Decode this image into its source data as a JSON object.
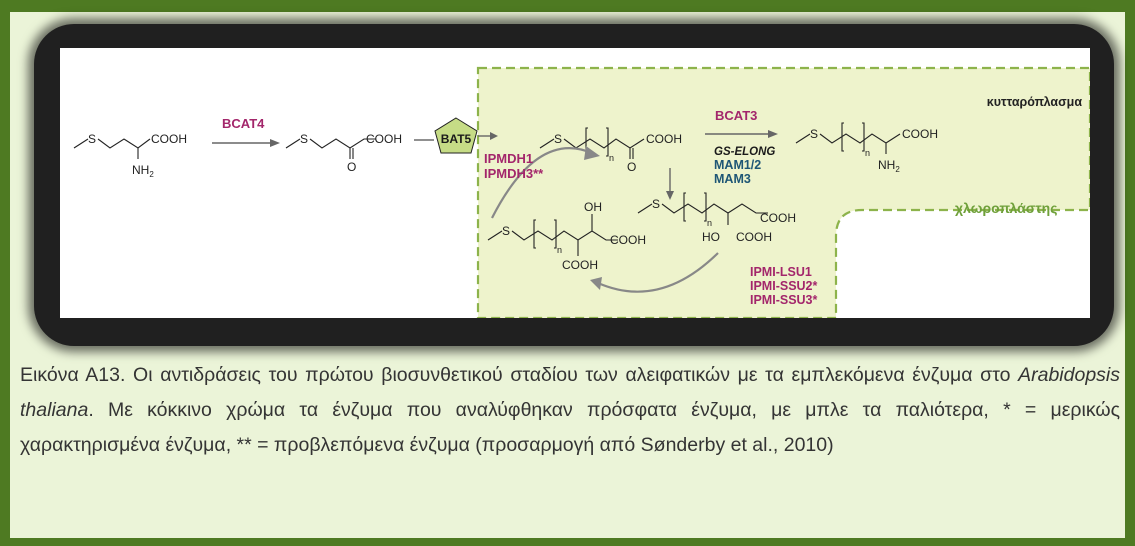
{
  "colors": {
    "frame_green": "#4e7a22",
    "panel_bg": "#ebf4d8",
    "chloroplast_bg": "#eef3cc",
    "chloroplast_border": "#8db34b",
    "enzyme_new": "#a3266b",
    "enzyme_old": "#1e5675",
    "transporter_fill": "#c6dc86",
    "chloroplast_label": "#6fa03a"
  },
  "diagram": {
    "label_cytoplasm": "κυτταρόπλασμα",
    "label_chloroplast": "χλωροπλάστης",
    "transporter": "BAT5",
    "enzymes": {
      "bcat4": "BCAT4",
      "bcat3": "BCAT3",
      "gs_elong": "GS-ELONG",
      "mam12": "MAM1/2",
      "mam3": "MAM3",
      "ipmdh1": "IPMDH1",
      "ipmdh3": "IPMDH3**",
      "ipmi_lsu1": "IPMI-LSU1",
      "ipmi_ssu2": "IPMI-SSU2*",
      "ipmi_ssu3": "IPMI-SSU3*"
    },
    "chem": {
      "cooh": "COOH",
      "nh2": "NH",
      "sub2": "2",
      "s": "S",
      "o": "O",
      "n": "n",
      "oh": "OH",
      "ho": "HO"
    }
  },
  "caption": {
    "part1": "Εικόνα Α13. Οι αντιδράσεις του πρώτου βιοσυνθετικού σταδίου των αλειφατικών με τα εμπλεκόμενα ένζυμα στο ",
    "italic": "Arabidopsis thaliana",
    "part2": ". Με κόκκινο χρώμα τα ένζυμα που αναλύφθηκαν πρόσφατα ένζυμα, με μπλε τα παλιότερα, * = μερικώς χαρακτηρισμένα ένζυμα, ** = προβλεπόμενα ένζυμα (προσαρμογή από Sønderby et al., 2010)"
  }
}
